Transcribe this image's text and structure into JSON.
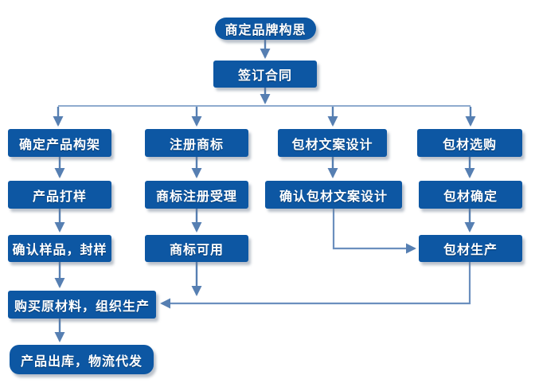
{
  "nodes": {
    "brand_idea": {
      "label": "商定品牌构思"
    },
    "sign_contract": {
      "label": "签订合同"
    },
    "product_framework": {
      "label": "确定产品构架"
    },
    "register_trademark": {
      "label": "注册商标"
    },
    "packaging_copy_design": {
      "label": "包材文案设计"
    },
    "packaging_purchase": {
      "label": "包材选购"
    },
    "product_sample": {
      "label": "产品打样"
    },
    "trademark_acceptance": {
      "label": "商标注册受理"
    },
    "confirm_packaging_copy": {
      "label": "确认包材文案设计"
    },
    "packaging_confirm": {
      "label": "包材确定"
    },
    "confirm_sample": {
      "label": "确认样品，封样"
    },
    "trademark_available": {
      "label": "商标可用"
    },
    "packaging_production": {
      "label": "包材生产"
    },
    "buy_materials": {
      "label": "购买原材料，组织生产"
    },
    "product_delivery": {
      "label": "产品出库，物流代发"
    }
  },
  "edges": [
    [
      "brand_idea",
      "sign_contract"
    ],
    [
      "sign_contract",
      "product_framework"
    ],
    [
      "sign_contract",
      "register_trademark"
    ],
    [
      "sign_contract",
      "packaging_copy_design"
    ],
    [
      "sign_contract",
      "packaging_purchase"
    ],
    [
      "product_framework",
      "product_sample"
    ],
    [
      "product_sample",
      "confirm_sample"
    ],
    [
      "confirm_sample",
      "buy_materials"
    ],
    [
      "register_trademark",
      "trademark_acceptance"
    ],
    [
      "trademark_acceptance",
      "trademark_available"
    ],
    [
      "trademark_available",
      "buy_materials"
    ],
    [
      "packaging_copy_design",
      "confirm_packaging_copy"
    ],
    [
      "confirm_packaging_copy",
      "packaging_production"
    ],
    [
      "packaging_purchase",
      "packaging_confirm"
    ],
    [
      "packaging_confirm",
      "packaging_production"
    ],
    [
      "packaging_production",
      "buy_materials"
    ],
    [
      "buy_materials",
      "product_delivery"
    ]
  ],
  "colors": {
    "node_fill": "#0d57a3",
    "node_text": "#ffffff",
    "connector": "#567fb2",
    "branch_line": "#7f9fc8",
    "background": "#ffffff"
  }
}
